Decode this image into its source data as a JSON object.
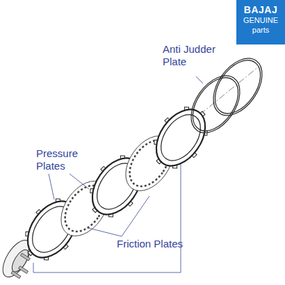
{
  "diagram": {
    "nodes": [
      {
        "text": [
          "BAJAJ",
          "GENUINE parts"
        ]
      }
    ],
    "labels": [
      "Anti Judder Plate",
      "Pressure Plates",
      "Friction Plates"
    ]
  }
}
